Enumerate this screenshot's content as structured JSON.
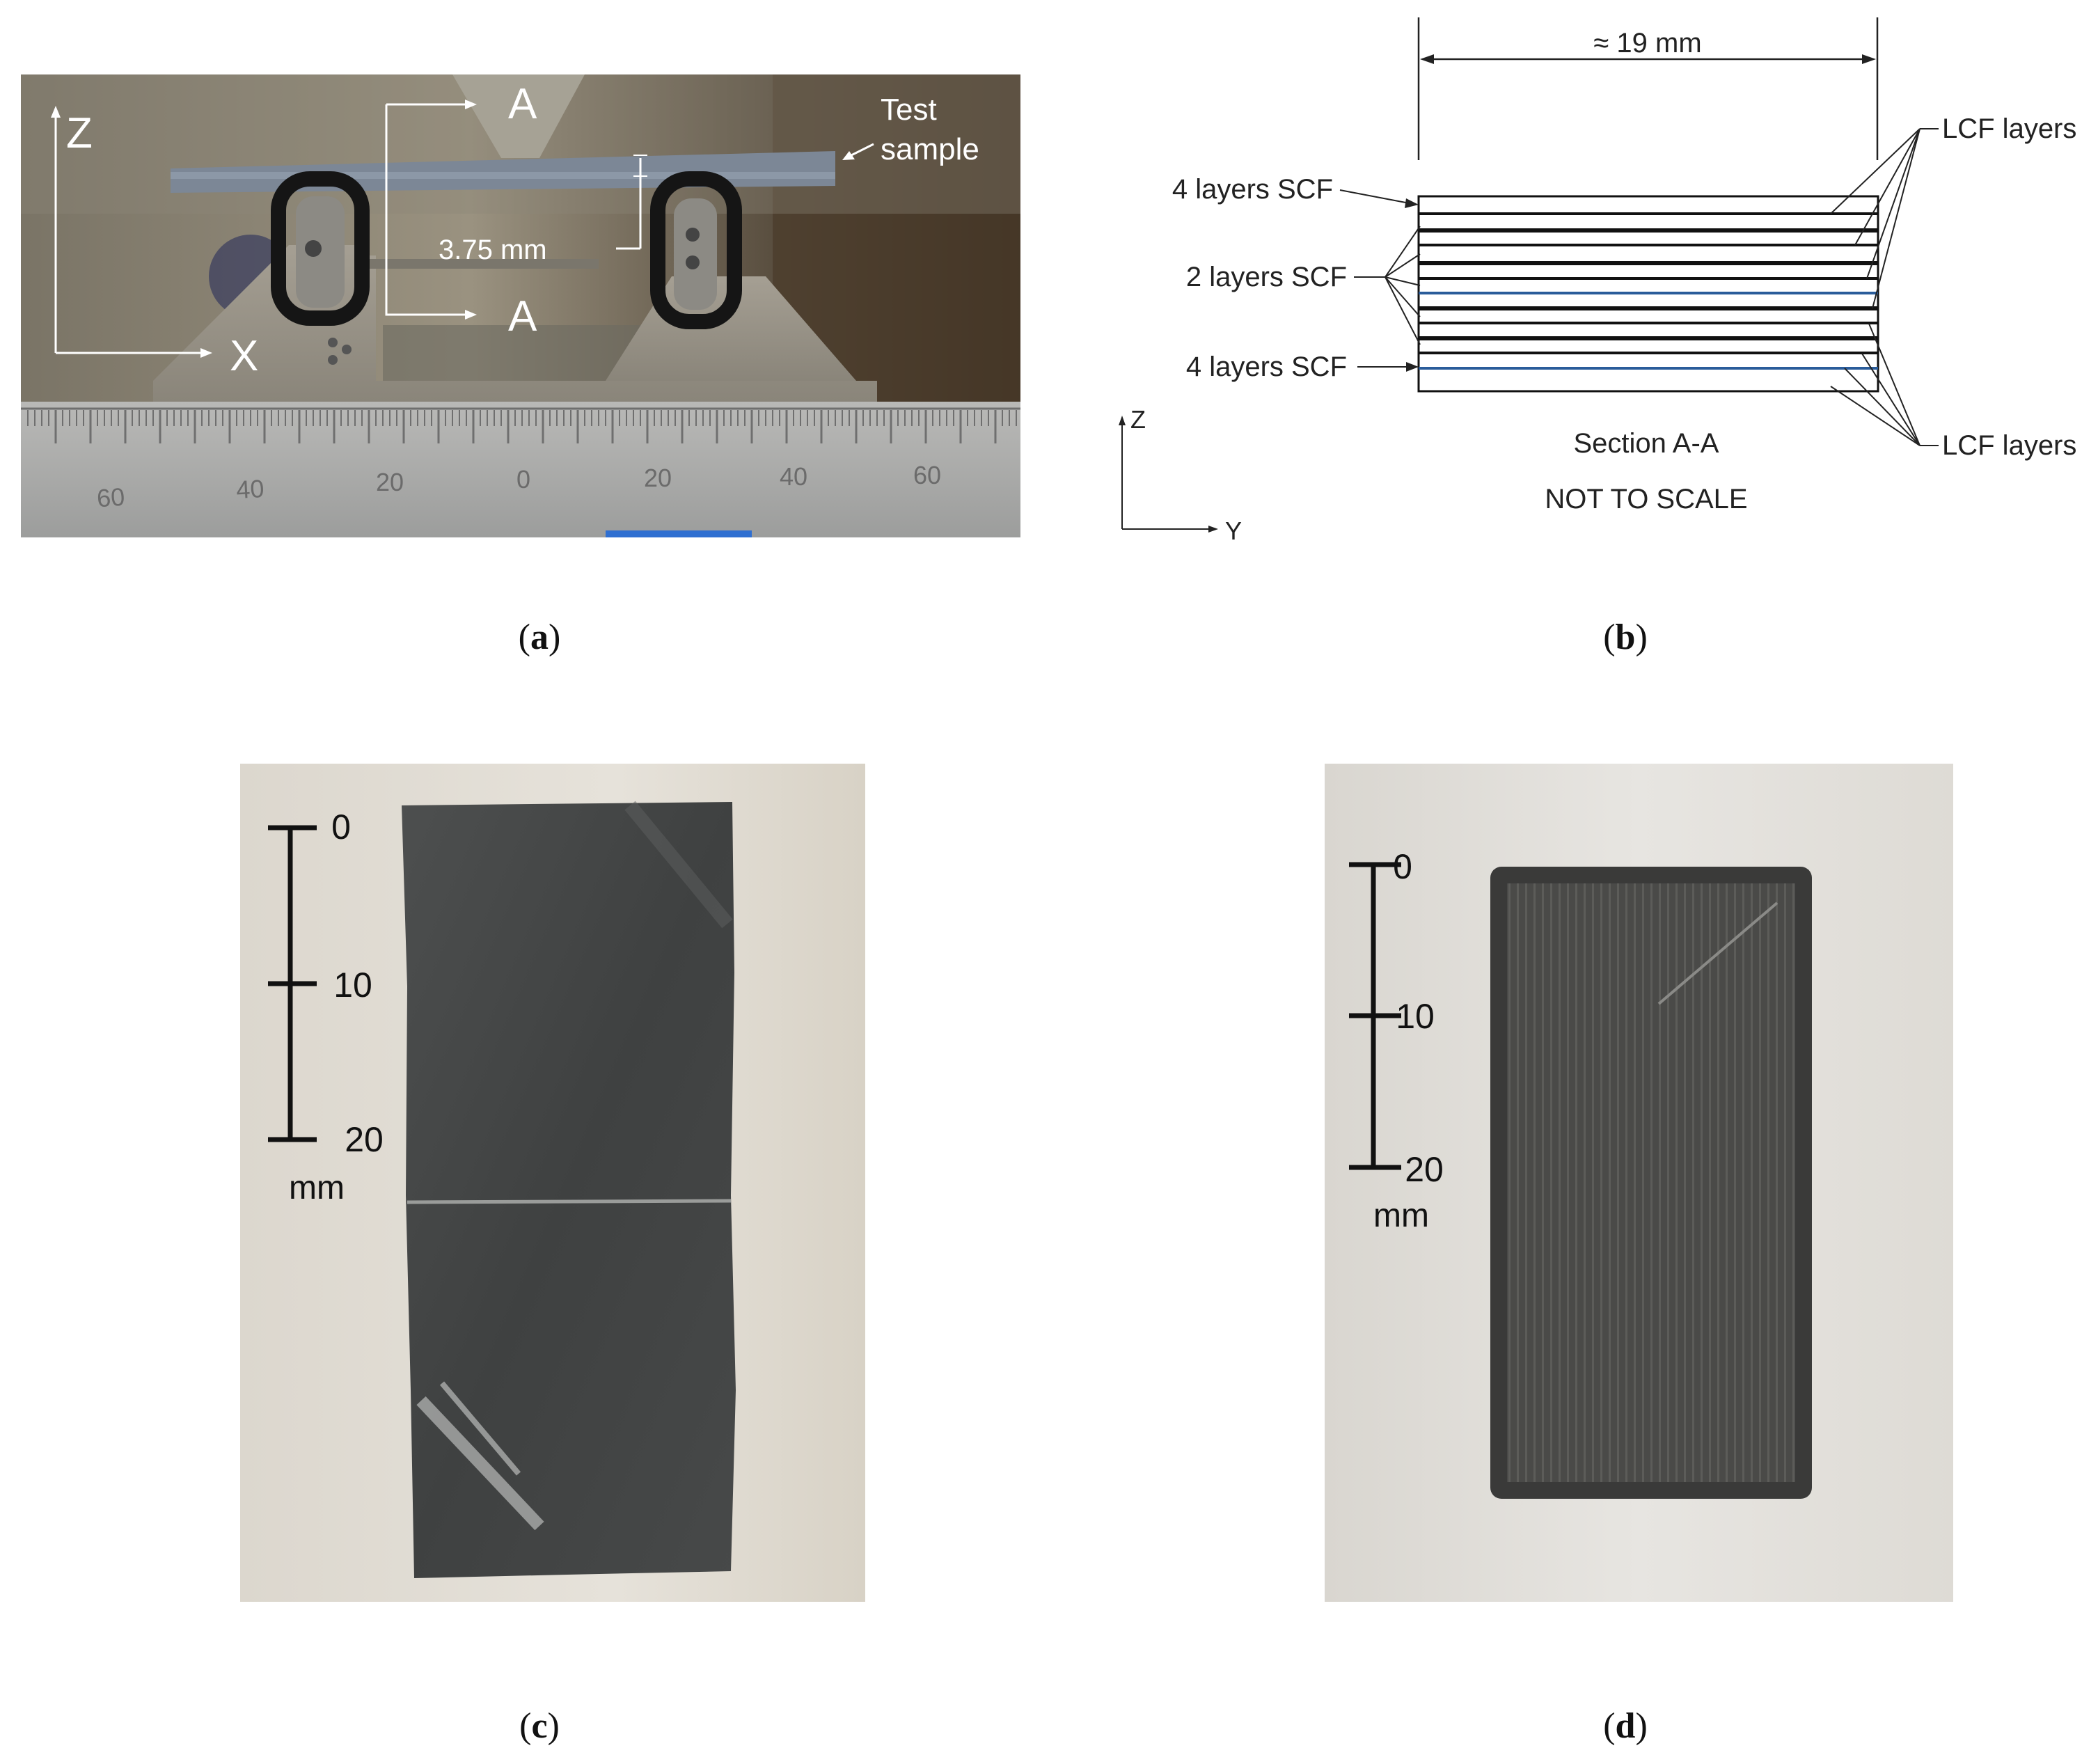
{
  "panel_a": {
    "axis_z": "Z",
    "axis_x": "X",
    "section_top": "A",
    "section_bottom": "A",
    "test_sample_label": [
      "Test",
      "sample"
    ],
    "thickness_label": "3.75 mm",
    "ruler_ticks": [
      "60",
      "40",
      "20",
      "0",
      "20",
      "40",
      "60"
    ],
    "caption_letter": "a"
  },
  "panel_b": {
    "width_label": "≈ 19 mm",
    "lcf_top_label": "LCF layers",
    "lcf_bottom_label": "LCF layers",
    "scf_top_label": "4 layers SCF",
    "scf_middle_label": "2 layers SCF",
    "scf_bottom_label": "4 layers SCF",
    "section_title": "Section A-A",
    "section_note": "NOT TO SCALE",
    "axis_z": "Z",
    "axis_y": "Y",
    "caption_letter": "b"
  },
  "panel_c": {
    "scale_ticks": [
      "0",
      "10",
      "20"
    ],
    "scale_unit": "mm",
    "caption_letter": "c"
  },
  "panel_d": {
    "scale_ticks": [
      "0",
      "10",
      "20"
    ],
    "scale_unit": "mm",
    "caption_letter": "d"
  }
}
